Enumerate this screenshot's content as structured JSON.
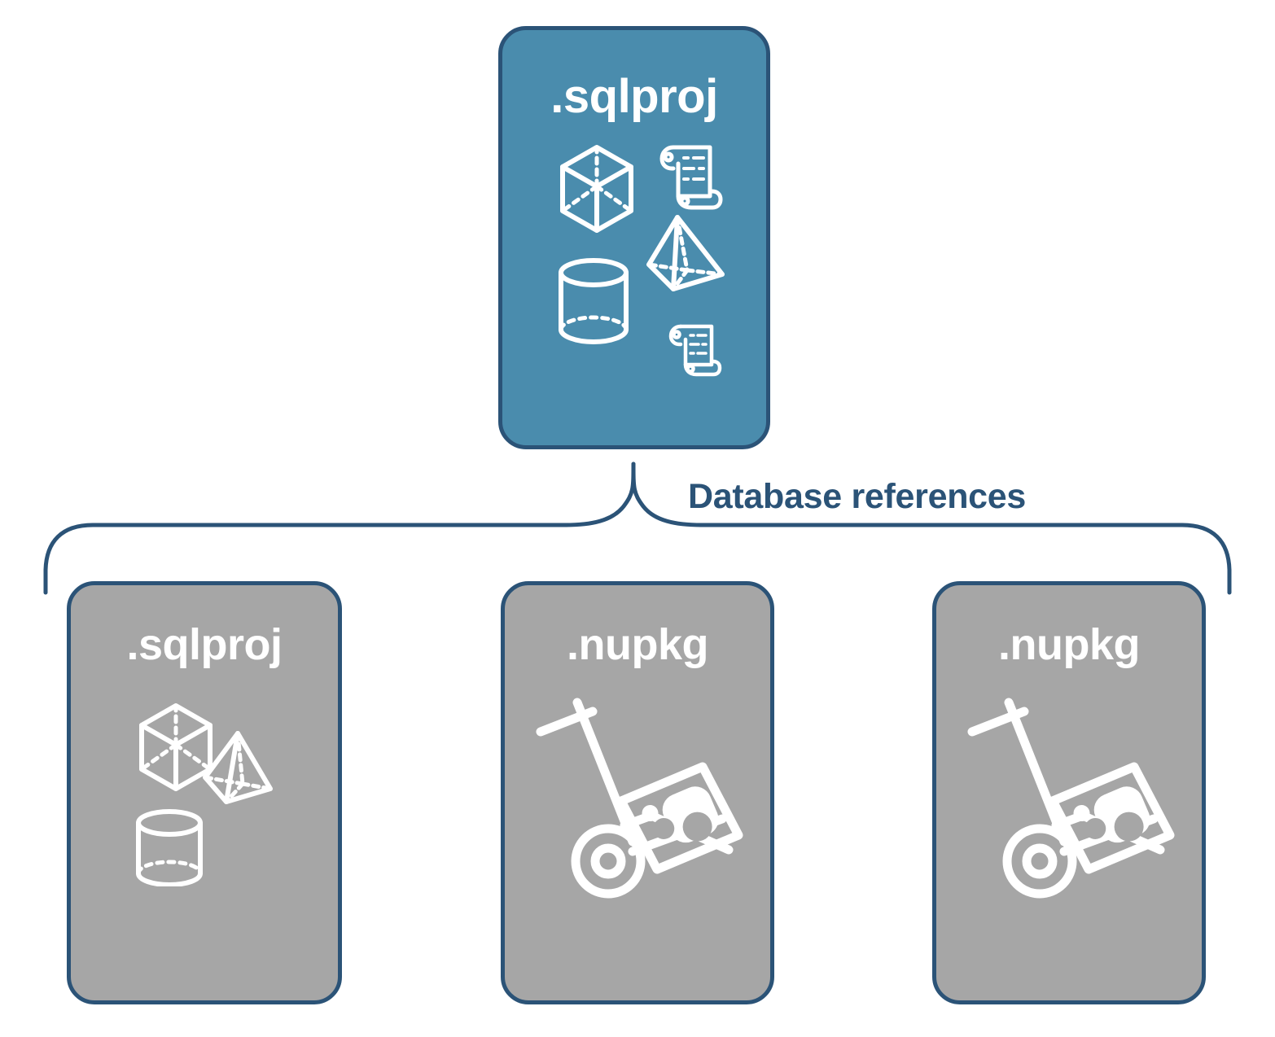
{
  "diagram": {
    "title_text": "Database references",
    "colors": {
      "primary_fill": "#4a8cad",
      "secondary_fill": "#a6a6a6",
      "stroke": "#2b5377",
      "label_text": "#ffffff",
      "brace_text": "#2b5377",
      "background": "#ffffff"
    },
    "root": {
      "label": ".sqlproj",
      "fill": "#4a8cad",
      "icons": [
        "cube-icon",
        "pyramid-icon",
        "cylinder-icon",
        "scroll-icon",
        "scroll-icon"
      ]
    },
    "connector": {
      "label": "Database references",
      "type": "curly-brace",
      "branch_count": 3
    },
    "children": [
      {
        "label": ".sqlproj",
        "fill": "#a6a6a6",
        "icons": [
          "cube-icon",
          "pyramid-icon",
          "cylinder-icon"
        ]
      },
      {
        "label": ".nupkg",
        "fill": "#a6a6a6",
        "icons": [
          "hand-truck-icon",
          "nuget-package-icon"
        ]
      },
      {
        "label": ".nupkg",
        "fill": "#a6a6a6",
        "icons": [
          "hand-truck-icon",
          "nuget-package-icon"
        ]
      }
    ]
  }
}
